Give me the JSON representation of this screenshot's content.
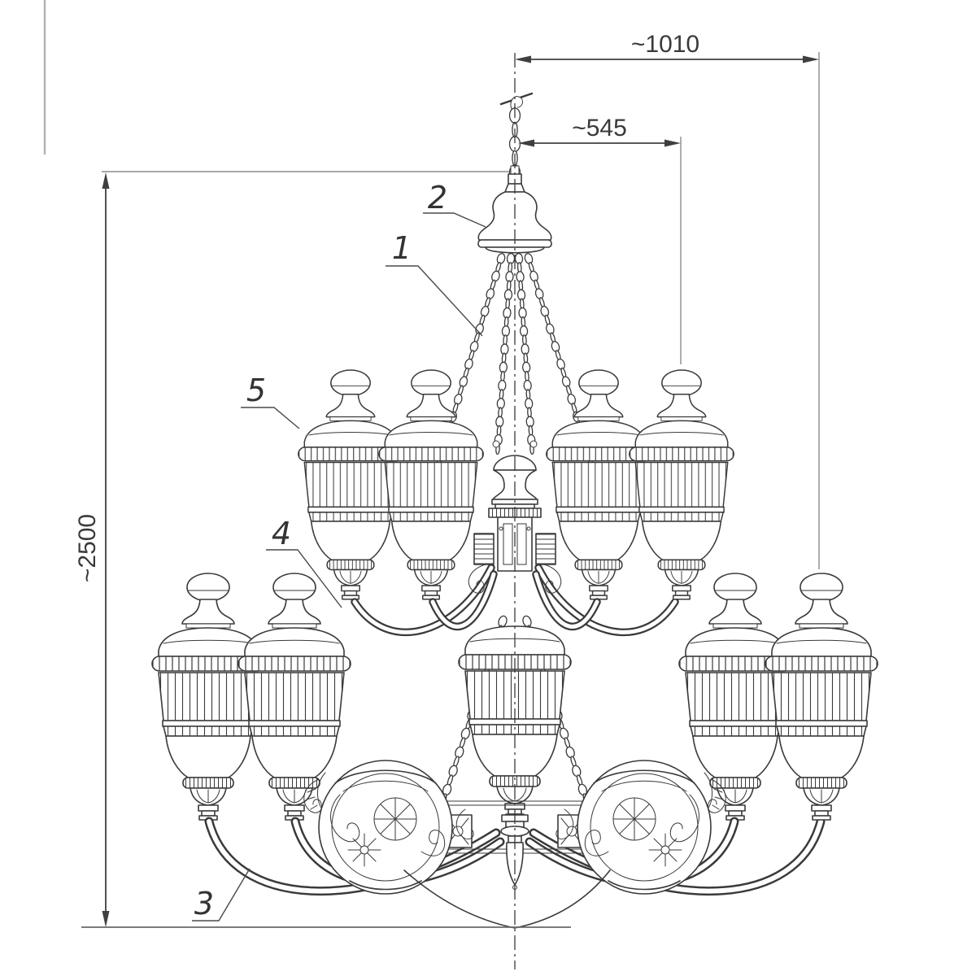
{
  "page": {
    "background": "#ffffff"
  },
  "colors": {
    "line": "#3a3a3a",
    "dimension": "#3f3f3f",
    "extension": "#8c8c8c",
    "artifact_line": "#b4b4b4",
    "background": "#ffffff"
  },
  "dimensions": {
    "total_width": {
      "label": "~1010"
    },
    "upper_width": {
      "label": "~545"
    },
    "height": {
      "label": "~2500"
    }
  },
  "callouts": [
    {
      "label": "1"
    },
    {
      "label": "2"
    },
    {
      "label": "3"
    },
    {
      "label": "4"
    },
    {
      "label": "5"
    }
  ]
}
